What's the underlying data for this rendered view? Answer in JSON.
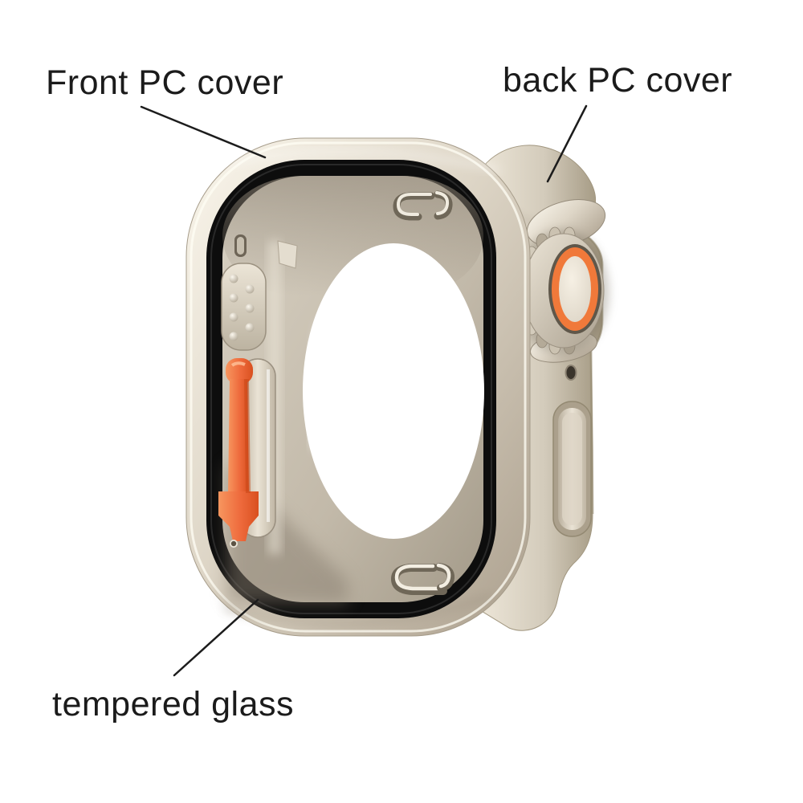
{
  "annotations": {
    "front_pc_cover": "Front PC cover",
    "back_pc_cover": "back PC cover",
    "tempered_glass": "tempered glass"
  },
  "colors": {
    "background": "#ffffff",
    "label_text": "#1b1b1b",
    "leader_line": "#1c1c1c",
    "titanium_light": "#f2ecdf",
    "titanium_mid": "#d8d0c1",
    "titanium_dark": "#a89e8c",
    "glass_black": "#0d0d0d",
    "interior_gray": "#b9b0a1",
    "accent_orange": "#f0793a",
    "button_orange": "#ee6a3c"
  }
}
